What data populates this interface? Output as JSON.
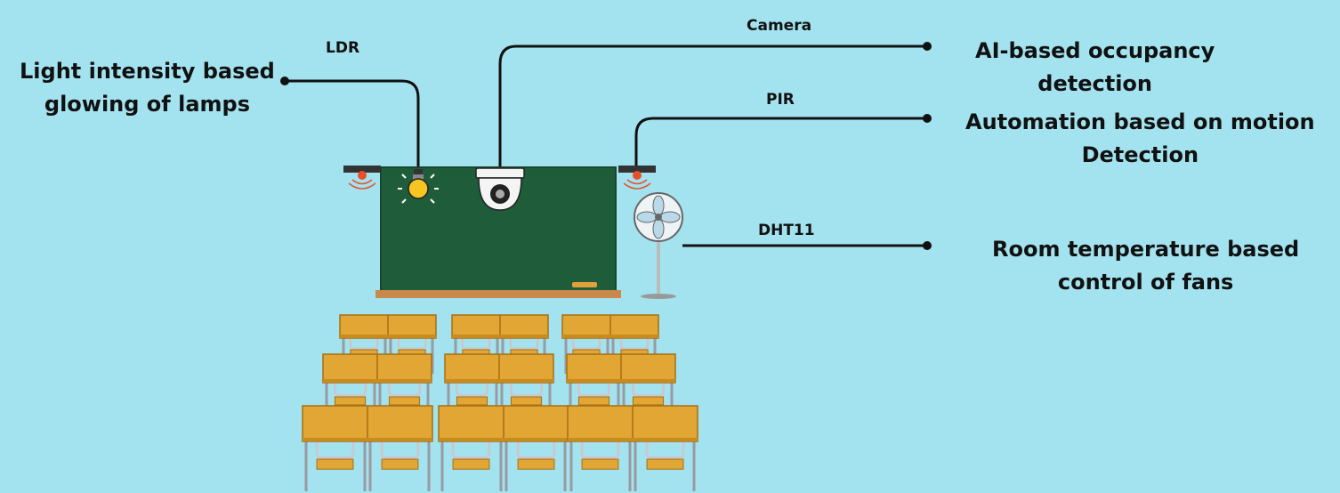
{
  "sensors": {
    "ldr": "LDR",
    "camera": "Camera",
    "pir": "PIR",
    "dht11": "DHT11"
  },
  "descriptions": {
    "ldr": "Light intensity based\nglowing of lamps",
    "camera": "AI-based occupancy\ndetection",
    "pir": "Automation based on motion\nDetection",
    "dht11": "Room temperature based\ncontrol of fans"
  },
  "colors": {
    "background": "#a3e3f0",
    "chalkboard": "#1f5c3a",
    "desk": "#e2a634",
    "chair": "#c7c9cf"
  },
  "icons": [
    "light-bulb-icon",
    "dome-camera-icon",
    "pir-sensor-icon",
    "stand-fan-icon",
    "desk-icon"
  ]
}
